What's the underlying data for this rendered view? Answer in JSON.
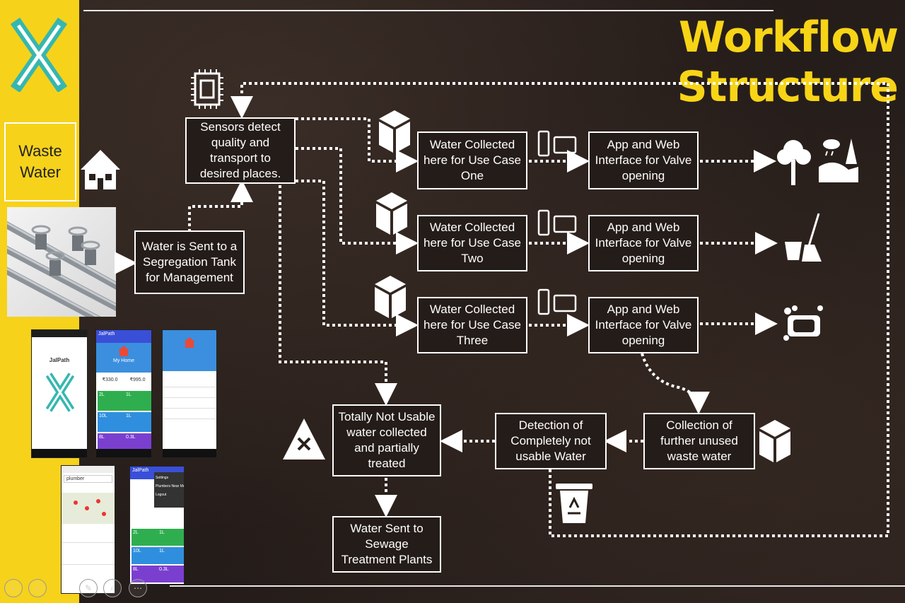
{
  "title": "Workflow Structure",
  "sidebar": {
    "waste_water_label": "Waste Water"
  },
  "nodes": {
    "segregation": "Water is Sent to a Segregation Tank for Management",
    "sensors": "Sensors detect quality and transport to desired places.",
    "collect_one": "Water Collected here for Use Case One",
    "collect_two": "Water Collected here for Use Case Two",
    "collect_three": "Water Collected here for Use Case Three",
    "app_one": "App and Web Interface for Valve opening",
    "app_two": "App and Web Interface for Valve opening",
    "app_three": "App and Web Interface for Valve opening",
    "further_unused": "Collection of further unused waste water",
    "detection": "Detection of Completely not usable Water",
    "not_usable": "Totally Not Usable water collected and partially treated",
    "sewage": "Water Sent to Sewage Treatment Plants"
  },
  "app_screens": {
    "splash_name": "JalPath",
    "header_name": "JalPath",
    "home_label": "My Home",
    "amount_a": "₹330.0",
    "amount_b": "₹995.0",
    "tile_values": [
      "2L",
      "1L",
      "10L",
      "1L",
      "8L",
      "0.3L"
    ],
    "search_query": "plumber",
    "menu_items": [
      "Settings",
      "Plumbers Near Me",
      "Logout"
    ]
  },
  "colors": {
    "accent_yellow": "#f6d21b",
    "title_yellow": "#f8d417",
    "background": "#2a211d",
    "teal": "#35b7b0"
  }
}
